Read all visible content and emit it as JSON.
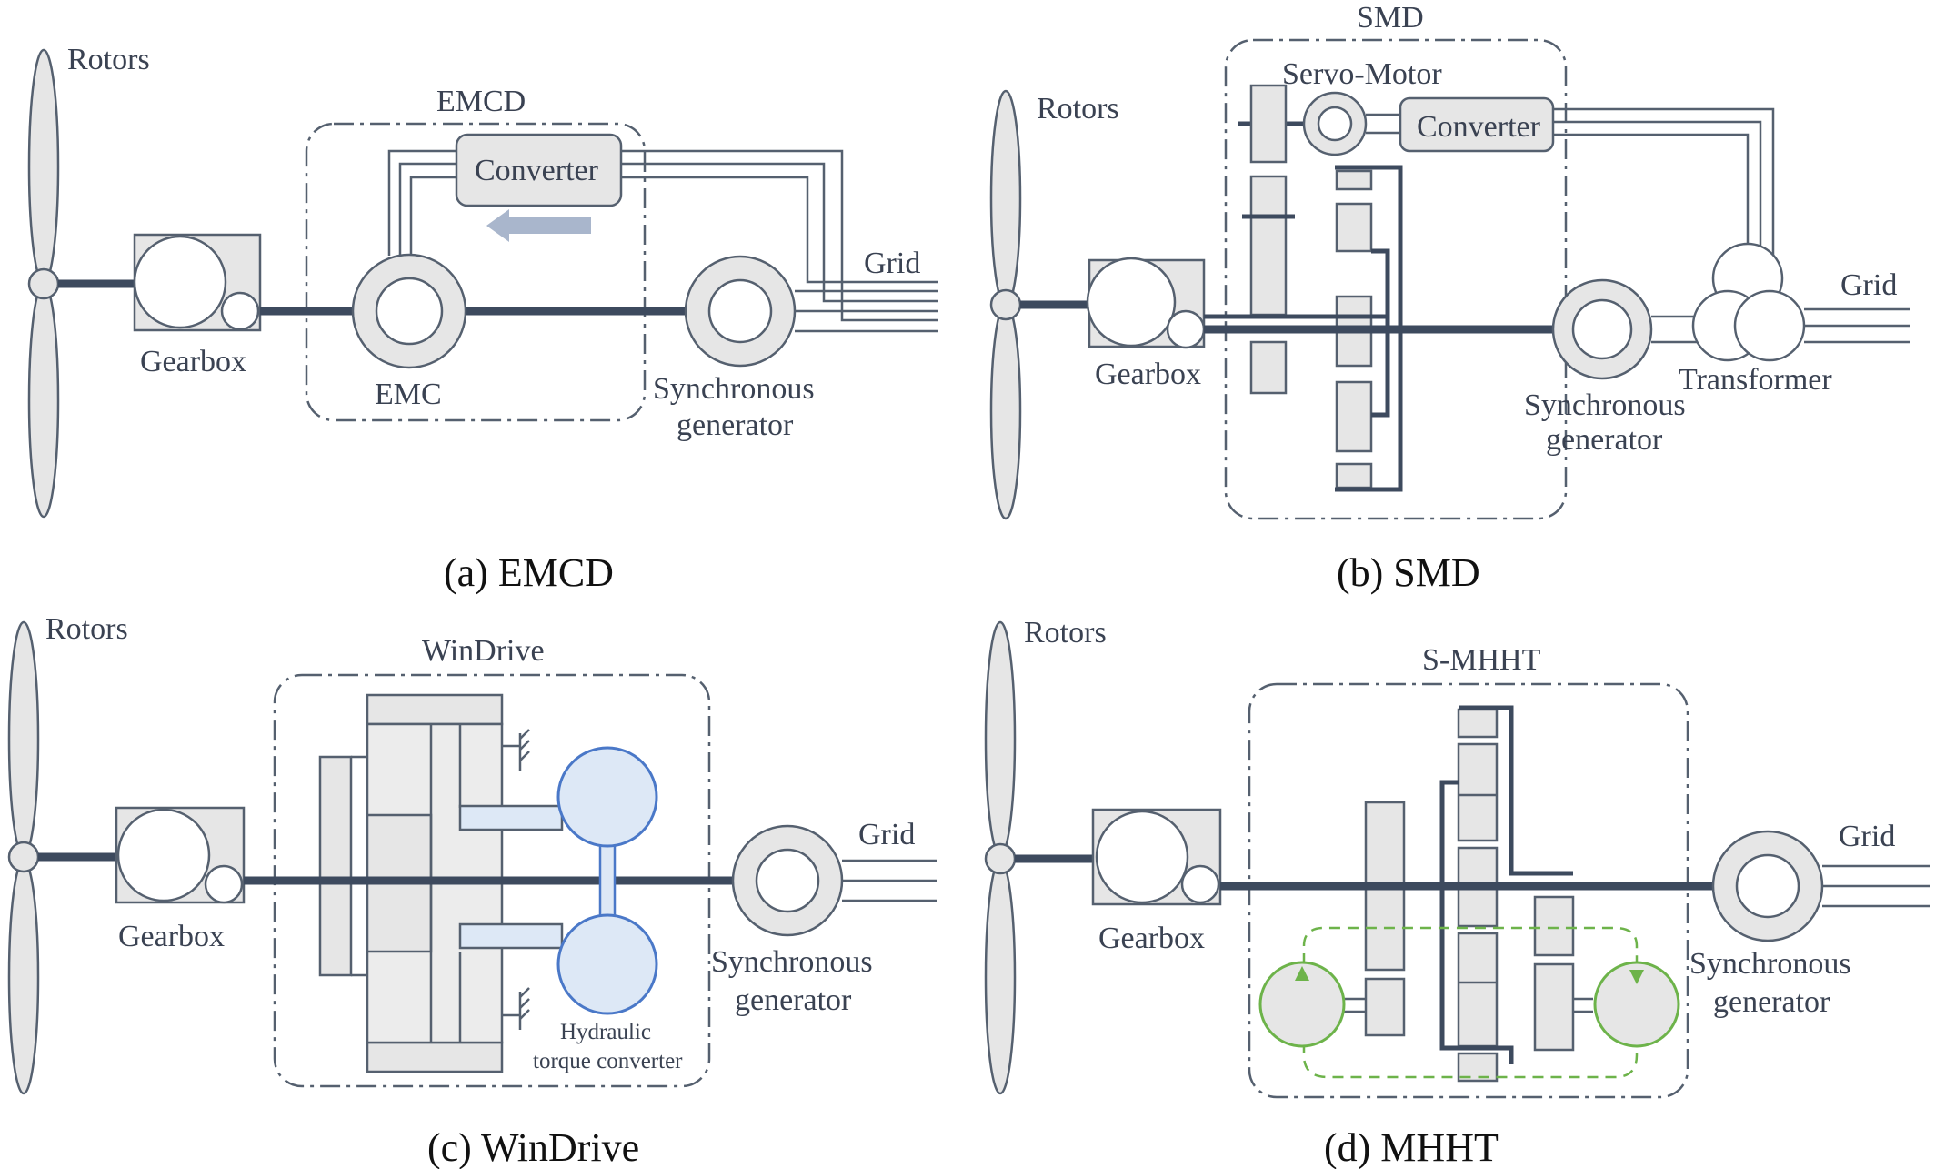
{
  "panels": {
    "a": {
      "caption": "(a) EMCD",
      "group_label": "EMCD",
      "rotors": "Rotors",
      "gearbox": "Gearbox",
      "converter": "Converter",
      "emc": "EMC",
      "grid": "Grid",
      "generator_line1": "Synchronous",
      "generator_line2": "generator"
    },
    "b": {
      "caption": "(b) SMD",
      "group_label": "SMD",
      "rotors": "Rotors",
      "gearbox": "Gearbox",
      "servo_motor": "Servo-Motor",
      "converter": "Converter",
      "grid": "Grid",
      "transformer": "Transformer",
      "generator_line1": "Synchronous",
      "generator_line2": "generator"
    },
    "c": {
      "caption": "(c) WinDrive",
      "group_label": "WinDrive",
      "rotors": "Rotors",
      "gearbox": "Gearbox",
      "grid": "Grid",
      "generator_line1": "Synchronous",
      "generator_line2": "generator",
      "htc_line1": "Hydraulic",
      "htc_line2": "torque converter"
    },
    "d": {
      "caption": "(d) MHHT",
      "group_label": "S-MHHT",
      "rotors": "Rotors",
      "gearbox": "Gearbox",
      "grid": "Grid",
      "generator_line1": "Synchronous",
      "generator_line2": "generator"
    }
  },
  "colors": {
    "line": "#55606f",
    "shaft": "#3d4a5e",
    "fill": "#e6e6e6",
    "hydraulic_blue": "#4a78c8",
    "pump_green": "#6db34a",
    "arrow": "#a9b6cc"
  }
}
